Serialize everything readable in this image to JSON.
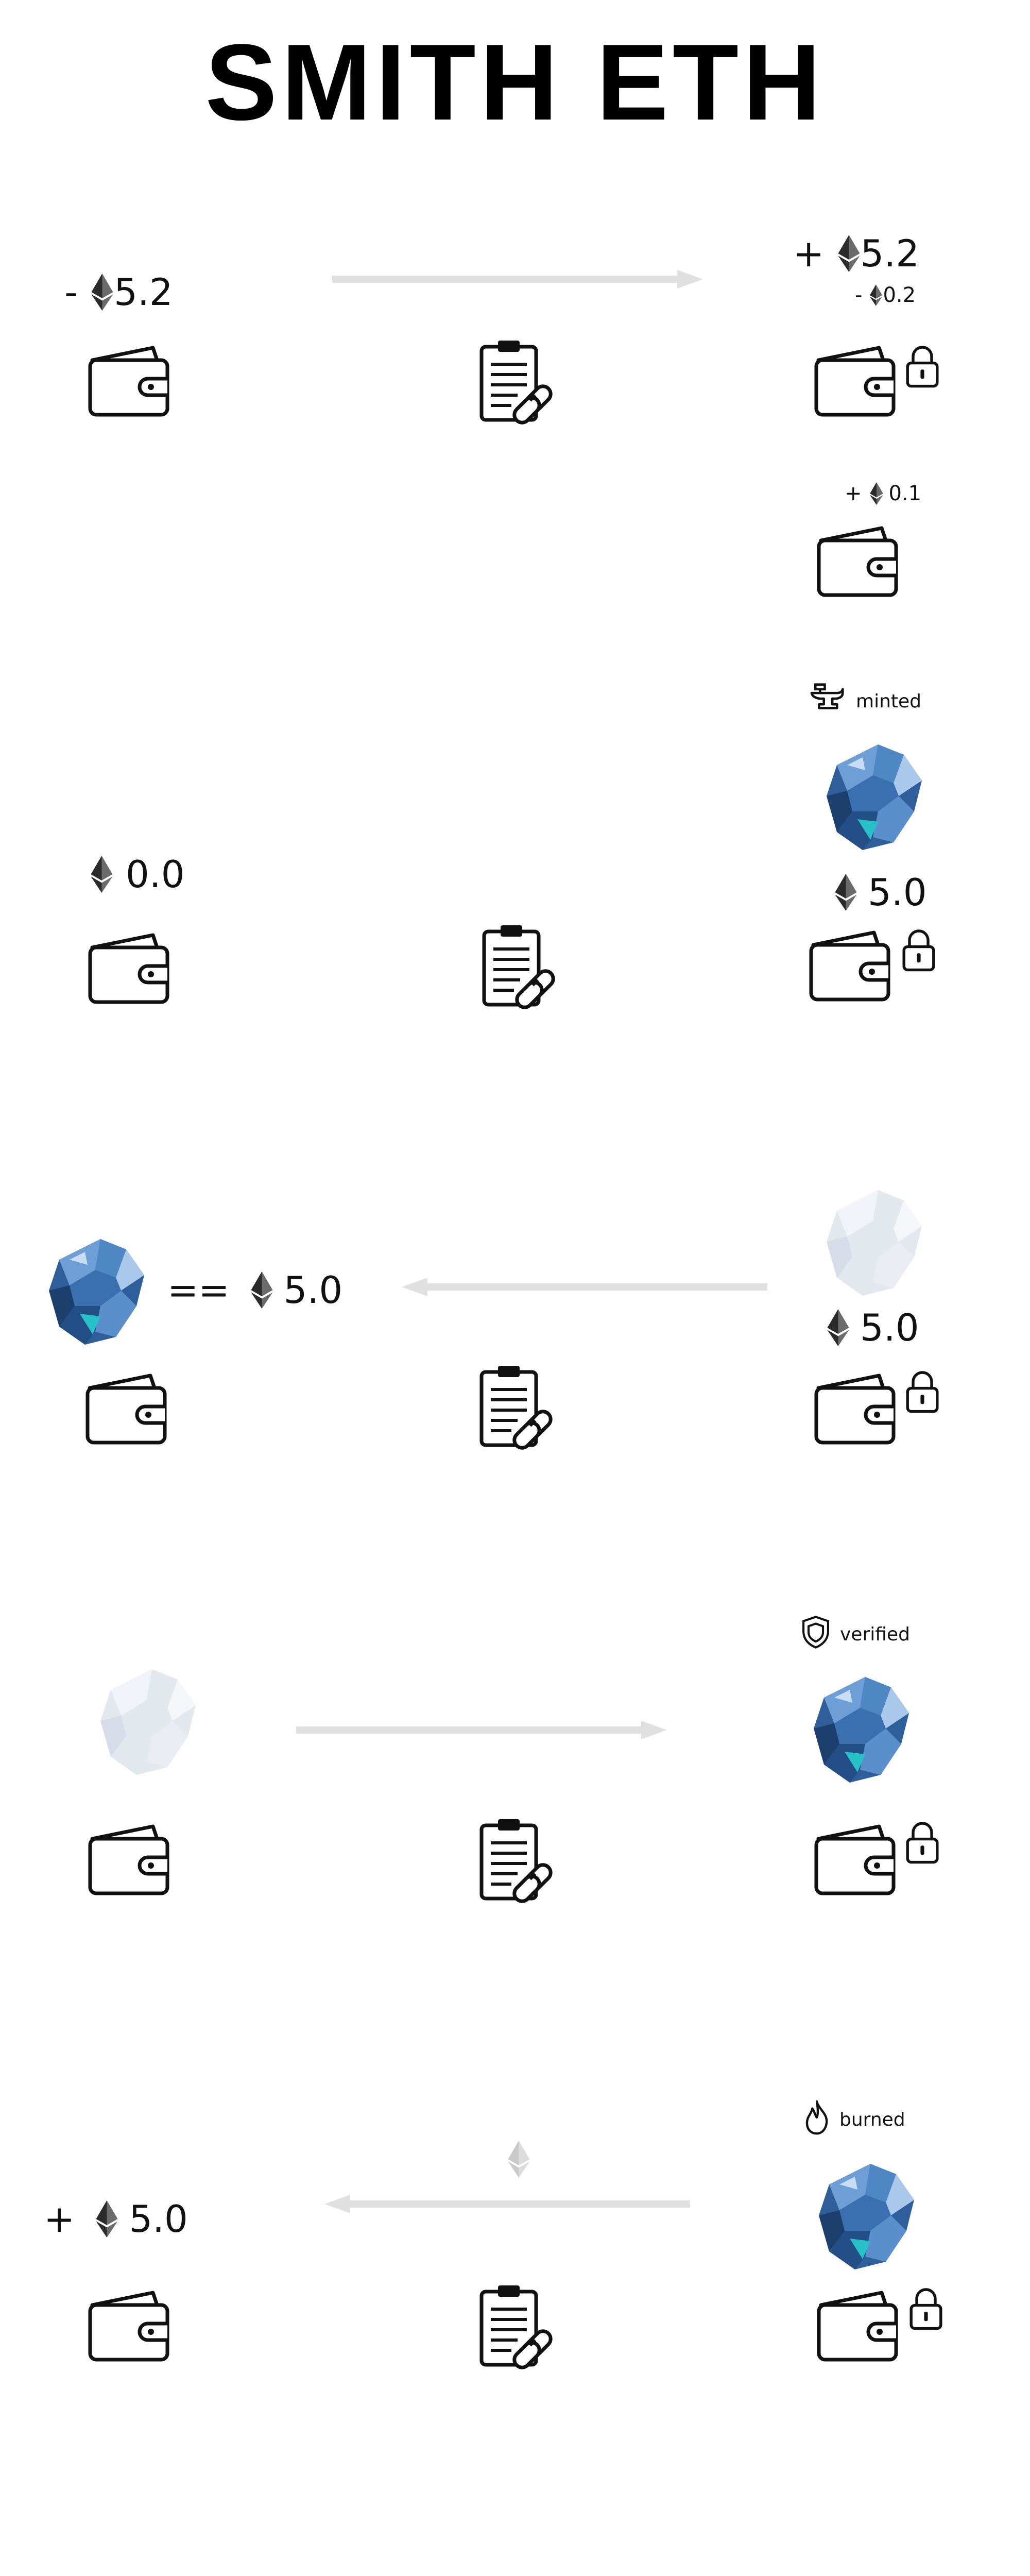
{
  "title": "SMITH ETH",
  "colors": {
    "ink": "#111111",
    "arrow": "#e0e0e0",
    "faded": "#dfe4ec",
    "gem": "#3f7ac0"
  },
  "icons": {
    "wallet": "wallet-icon",
    "contract": "clipboard-chain-icon",
    "lock": "padlock-icon",
    "eth": "ethereum-icon",
    "gem": "gem-ore-icon",
    "anvil": "anvil-icon",
    "shield": "shield-icon",
    "flame": "flame-icon"
  },
  "step1": {
    "user_amount": {
      "sign": "-",
      "value": "5.2"
    },
    "vault_amount": {
      "sign": "+",
      "value": "5.2"
    },
    "vault_fee": {
      "sign": "-",
      "value": "0.2"
    },
    "fee_wallet_amount": {
      "sign": "+",
      "value": "0.1"
    }
  },
  "step2": {
    "minted_label": "minted",
    "user_balance": "0.0",
    "vault_balance": "5.0"
  },
  "step3": {
    "equals": "==",
    "user_value": "5.0",
    "vault_balance": "5.0"
  },
  "step4": {
    "verified_label": "verified"
  },
  "step5": {
    "burned_label": "burned",
    "user_amount": {
      "sign": "+",
      "value": "5.0"
    }
  }
}
